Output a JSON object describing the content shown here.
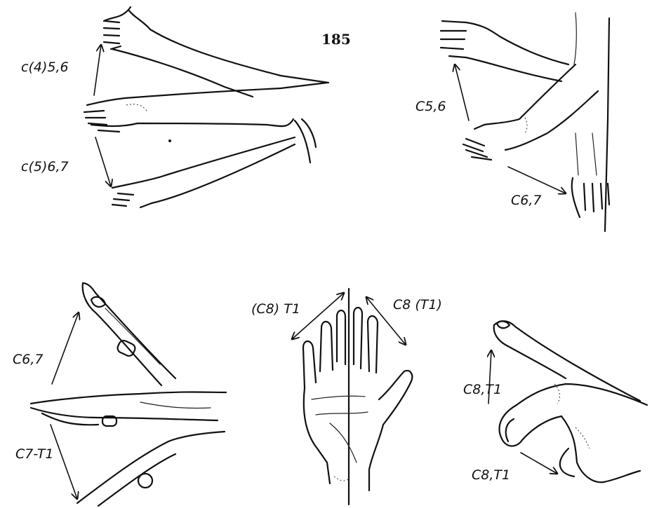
{
  "page_number": "185",
  "labels": {
    "p1_up": "c(4)5,6",
    "p1_down": "c(5)6,7",
    "p2_up": "C5,6",
    "p2_down": "C6,7",
    "p3_up": "C6,7",
    "p3_down": "C7-T1",
    "p4_left": "(C8) T1",
    "p4_right": "C8 (T1)",
    "p5_up": "C8,T1",
    "p5_down": "C8,T1"
  }
}
